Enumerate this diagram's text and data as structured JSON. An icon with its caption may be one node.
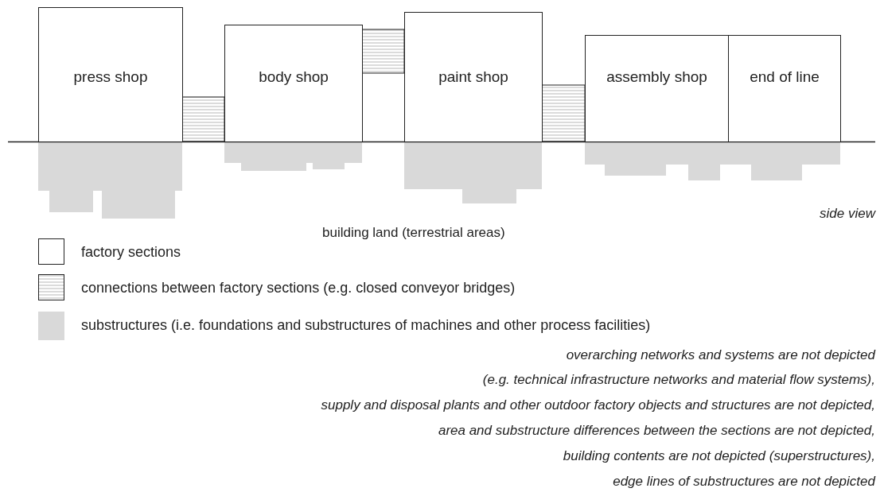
{
  "diagram": {
    "nodes": [
      {
        "text": [
          "press shop"
        ]
      },
      {
        "text": [
          "body shop"
        ]
      },
      {
        "text": [
          "paint shop"
        ]
      },
      {
        "text": [
          "assembly shop"
        ]
      },
      {
        "text": [
          "end of line"
        ]
      }
    ],
    "labels": [
      "side view",
      "building land (terrestrial areas)",
      "overarching networks and systems are not depicted",
      "(e.g. technical infrastructure networks and material flow systems),",
      "supply and disposal plants and other outdoor factory objects and structures are not depicted,",
      "area and substructure differences between the sections are not depicted,",
      "building contents are not depicted (superstructures),",
      "edge lines of substructures are not depicted"
    ],
    "legend": [
      {
        "text": "factory sections"
      },
      {
        "text": "connections between factory sections (e.g. closed conveyor bridges)"
      },
      {
        "text": "substructures (i.e. foundations and substructures of machines and other process facilities)",
        "color": "#d9d9d9"
      }
    ]
  }
}
